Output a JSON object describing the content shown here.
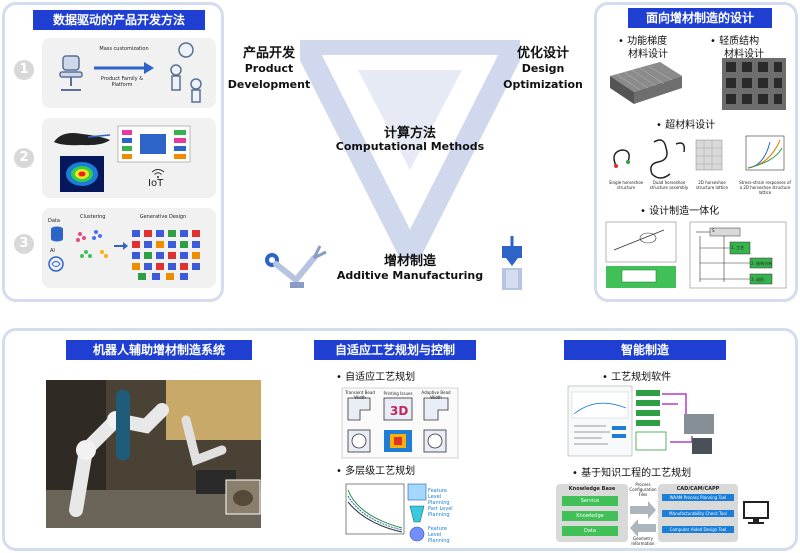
{
  "left_panel": {
    "title": "数据驱动的产品开发方法",
    "steps": [
      {
        "number": "1",
        "texts": [
          "Mass customization",
          "Product Family & Platform"
        ]
      },
      {
        "number": "2",
        "texts": [
          "IoT"
        ]
      },
      {
        "number": "3",
        "texts": [
          "Data",
          "AI",
          "Clustering",
          "Generative Design"
        ]
      }
    ]
  },
  "center": {
    "product_dev_zh": "产品开发",
    "product_dev_en_1": "Product",
    "product_dev_en_2": "Development",
    "design_opt_zh": "优化设计",
    "design_opt_en_1": "Design",
    "design_opt_en_2": "Optimization",
    "comp_zh": "计算方法",
    "comp_en": "Computational Methods",
    "am_zh": "增材制造",
    "am_en": "Additive Manufacturing"
  },
  "right_panel": {
    "title": "面向增材制造的设计",
    "bullet_fg": "功能梯度",
    "bullet_fg_2": "材料设计",
    "bullet_ls": "轻质结构",
    "bullet_ls_2": "材料设计",
    "bullet_meta": "超材料设计",
    "bullet_int": "设计制造一体化",
    "meta_labels": [
      "Single horseshoe structure",
      "Quad horseshoe structure assembly",
      "2D horseshoe structure lattice",
      "Stress-strain responses of a 2D horseshoe structure lattice"
    ],
    "int_labels": [
      "S",
      "1. 工艺",
      "2. 结构分析",
      "3. 成形"
    ]
  },
  "bottom_panel": {
    "robot_title": "机器人辅助增材制造系统",
    "adaptive_title": "自适应工艺规划与控制",
    "adaptive_b1": "自适应工艺规划",
    "adaptive_b2": "多层级工艺规划",
    "adaptive_small": [
      "Transient Bead Width",
      "Printing Issues",
      "Adaptive Bead Width"
    ],
    "multi_labels": [
      "Feature Level Planning",
      "Part Level Planning",
      "Feature Level Planning"
    ],
    "smart_title": "智能制造",
    "smart_b1": "工艺规划软件",
    "smart_b2": "基于知识工程的工艺规划",
    "kb_header": "Knowledge Base",
    "kb_items": [
      "Service",
      "Knowledge",
      "Data"
    ],
    "kb_arrow_top": "Process Configuration Files",
    "kb_arrow_bottom": "Geometry Information",
    "cad_header": "CAD/CAM/CAPP",
    "cad_items": [
      "WAAM Process Planning Tool",
      "Manufacturability Check Tool",
      "Computer Aided Design Tool"
    ]
  },
  "colors": {
    "accent_blue": "#1e3fd1",
    "panel_border": "#d4dcef",
    "triangle": "#cfd8ec"
  }
}
